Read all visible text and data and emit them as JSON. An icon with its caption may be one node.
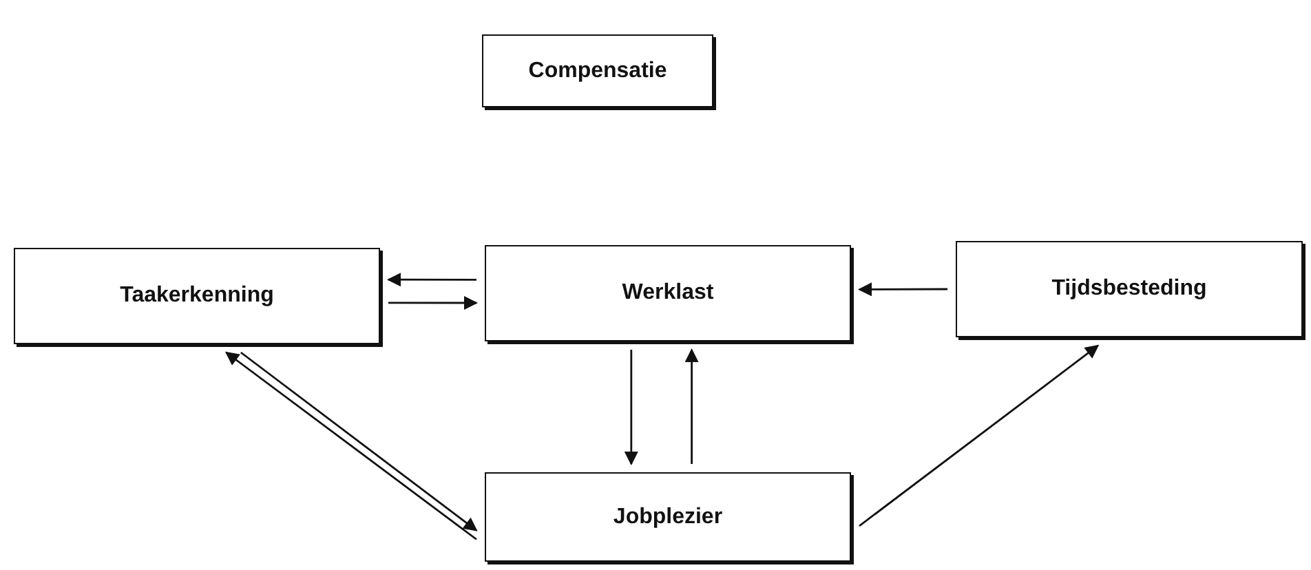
{
  "diagram": {
    "nodes": [
      {
        "text": [
          "Compensatie"
        ]
      },
      {
        "text": [
          "Taakerkenning"
        ]
      },
      {
        "text": [
          "Werklast"
        ]
      },
      {
        "text": [
          "Tijdsbesteding"
        ]
      },
      {
        "text": [
          "Jobplezier"
        ]
      }
    ],
    "edges": [
      {
        "from": 2,
        "to": 1,
        "arrow": "to"
      },
      {
        "from": 1,
        "to": 2,
        "arrow": "to"
      },
      {
        "from": 3,
        "to": 2,
        "arrow": "to"
      },
      {
        "from": 2,
        "to": 4,
        "arrow": "to"
      },
      {
        "from": 4,
        "to": 2,
        "arrow": "to"
      },
      {
        "from": 1,
        "to": 4,
        "arrow": "to"
      },
      {
        "from": 4,
        "to": 1,
        "arrow": "to"
      },
      {
        "from": 4,
        "to": 3,
        "arrow": "to"
      }
    ]
  }
}
